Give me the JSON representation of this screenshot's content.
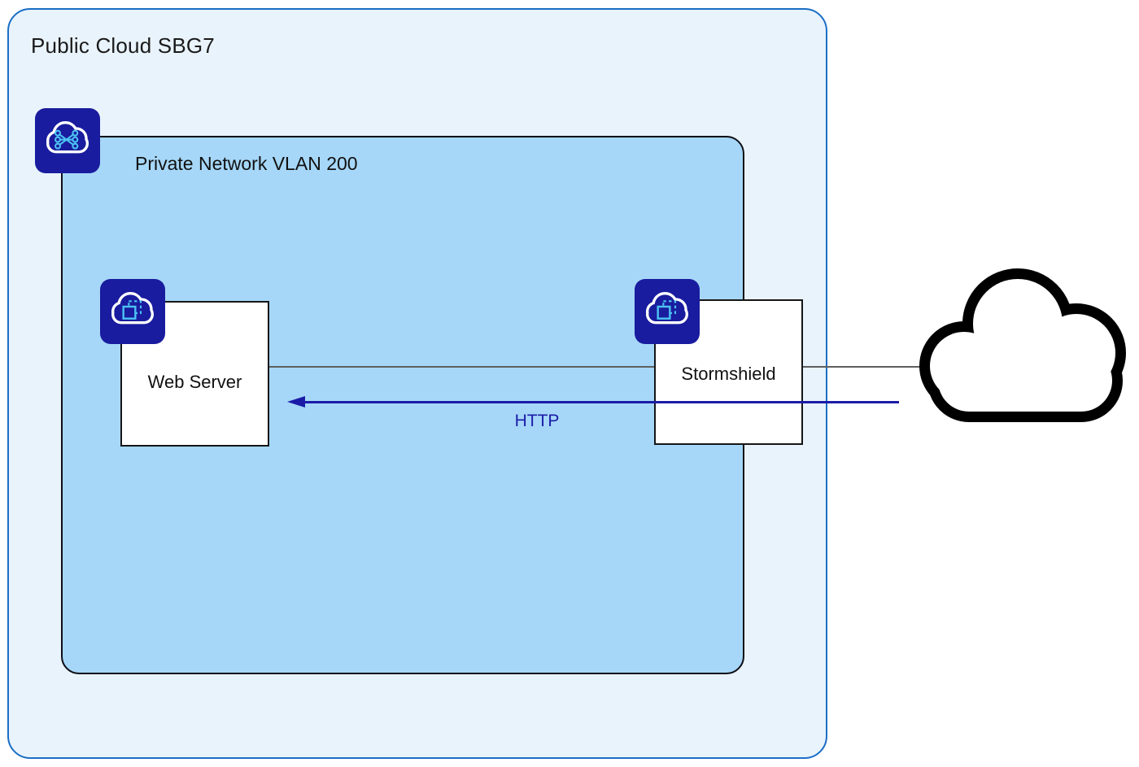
{
  "title": "Public Cloud SBG7",
  "private_network": {
    "label": "Private Network VLAN 200",
    "icon": "private-network-cloud-icon"
  },
  "nodes": {
    "web_server": {
      "label": "Web Server",
      "icon": "instance-cloud-icon"
    },
    "stormshield": {
      "label": "Stormshield",
      "icon": "instance-cloud-icon"
    }
  },
  "internet": {
    "icon": "internet-cloud-icon"
  },
  "flow": {
    "label": "HTTP",
    "direction": "from-internet-to-web-server"
  },
  "connections": [
    {
      "from": "web_server",
      "to": "internet",
      "style": "plain-gray-line"
    },
    {
      "from": "internet",
      "to": "web_server",
      "style": "navy-arrow",
      "label": "HTTP"
    }
  ],
  "colors": {
    "outer_fill": "#e9f3fc",
    "outer_border": "#1a6ec5",
    "inner_fill": "#a6d7f8",
    "inner_border": "#0d0d14",
    "node_border": "#161616",
    "node_fill": "#ffffff",
    "icon_bg": "#191c9e",
    "icon_glyph": "#4cc3f3",
    "arrow": "#1b1ba8",
    "link": "#5f5f5f",
    "text": "#1a1a1a"
  }
}
